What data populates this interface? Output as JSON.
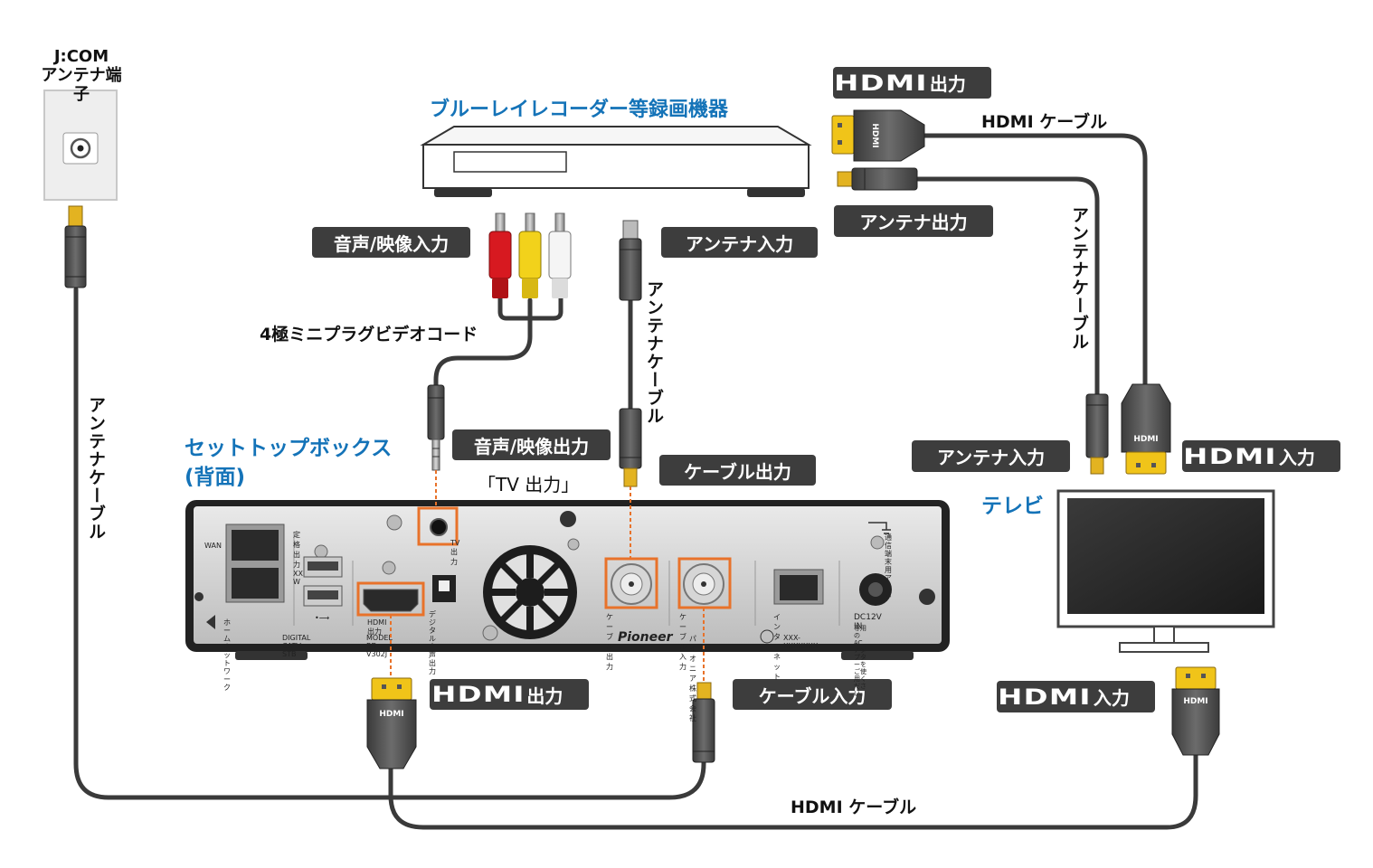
{
  "titles": {
    "wall_outlet": [
      "J:COM",
      "アンテナ端子"
    ],
    "recorder": "ブルーレイレコーダー等録画機器",
    "stb": [
      "セットトップボックス",
      "(背面)"
    ],
    "tv": "テレビ"
  },
  "pills": {
    "recorder_hdmi_out": {
      "logo": "HDMI",
      "text": "出力"
    },
    "recorder_antenna_out": "アンテナ出力",
    "recorder_av_in": "音声/映像入力",
    "recorder_antenna_in": "アンテナ入力",
    "stb_av_out": "音声/映像出力",
    "stb_cable_out": "ケーブル出力",
    "stb_hdmi_out": {
      "logo": "HDMI",
      "text": "出力"
    },
    "stb_cable_in": "ケーブル入力",
    "tv_antenna_in": "アンテナ入力",
    "tv_hdmi_in_top": {
      "logo": "HDMI",
      "text": "入力"
    },
    "tv_hdmi_in_bottom": {
      "logo": "HDMI",
      "text": "入力"
    }
  },
  "labels": {
    "hdmi_cable_top": "HDMI ケーブル",
    "hdmi_cable_bottom": "HDMI ケーブル",
    "av_cord": "4極ミニプラグビデオコード",
    "tv_output_note": "「TV 出力」",
    "antenna_cable_left": "アンテナケーブル",
    "antenna_cable_mid": "アンテナケーブル",
    "antenna_cable_right": "アンテナケーブル"
  },
  "stb_panel": {
    "wan": "WAN",
    "home_network": [
      "ホーム",
      "ネットワーク"
    ],
    "rated_output": "定格出力 XX W",
    "usb_symbol": "•⟶",
    "digital_catv": "DIGITAL CATV STB",
    "model": "MODEL BD-V302J",
    "hdmi_out": "HDMI 出力",
    "digital_audio_out": [
      "デジタル",
      "音声出力"
    ],
    "tv_out": "TV出力",
    "cable_out": "ケーブル出力",
    "cable_in": "ケーブル入力",
    "internet": "インターネット",
    "ground": [
      "通信端末用",
      "アース"
    ],
    "dc_in": "DC12V IN",
    "adapter_note": [
      "専用のACアダプターを",
      "ご使用ください。"
    ],
    "brand": "Pioneer",
    "maker": "パイオニア株式会社",
    "serial": "XXX-XXXXXXX"
  },
  "plug_logo": "HDMI",
  "colors": {
    "blue_title": "#1473b8",
    "pill_bg": "#3d3d3d",
    "highlight": "#e8722a",
    "cable": "#3a3a3a",
    "av_red": "#d71920",
    "av_yellow": "#f2d21b",
    "plug_gold": "#f0c419"
  }
}
